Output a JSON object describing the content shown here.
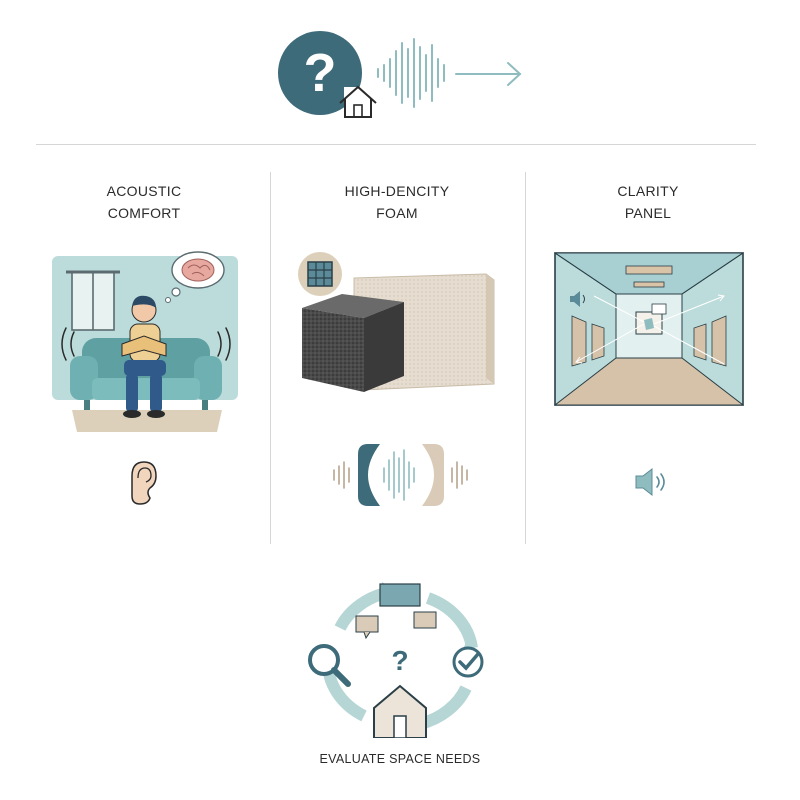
{
  "columns": [
    {
      "title_line1": "ACOUSTIC",
      "title_line2": "COMFORT"
    },
    {
      "title_line1": "HIGH-DENCITY",
      "title_line2": "FOAM"
    },
    {
      "title_line1": "CLARITY",
      "title_line2": "PANEL"
    }
  ],
  "footer": {
    "label": "EVALUATE SPACE NEEDS"
  },
  "icons": {
    "header_question": "?",
    "cycle_question": "?"
  },
  "colors": {
    "teal_dark": "#3d6b7a",
    "teal_light": "#a8cfd1",
    "beige": "#d9cbb8",
    "divider": "#d6d6d6"
  }
}
